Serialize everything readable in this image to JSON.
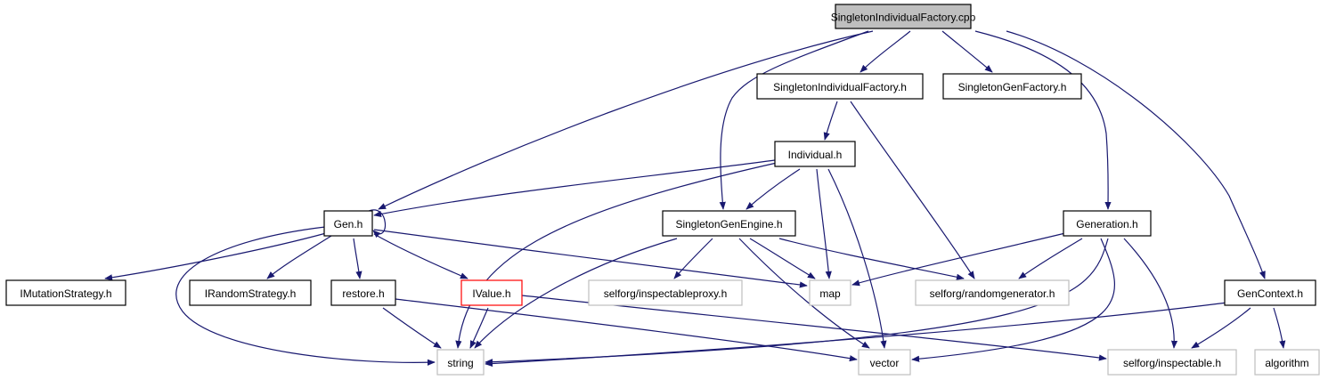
{
  "graph": {
    "title": "SingletonIndividualFactory.cpp",
    "colors": {
      "edge": "#191970",
      "root_fill": "#bfbfbf",
      "node_border": "#000000",
      "external_border": "#bfbfbf",
      "undocumented_border": "#ff0000",
      "background": "#ffffff"
    },
    "nodes": [
      {
        "id": "root",
        "label": "SingletonIndividualFactory.cpp",
        "kind": "root"
      },
      {
        "id": "sif_h",
        "label": "SingletonIndividualFactory.h",
        "kind": "normal"
      },
      {
        "id": "sgf_h",
        "label": "SingletonGenFactory.h",
        "kind": "normal"
      },
      {
        "id": "individual_h",
        "label": "Individual.h",
        "kind": "normal"
      },
      {
        "id": "gen_h",
        "label": "Gen.h",
        "kind": "normal"
      },
      {
        "id": "sge_h",
        "label": "SingletonGenEngine.h",
        "kind": "normal"
      },
      {
        "id": "generation_h",
        "label": "Generation.h",
        "kind": "normal"
      },
      {
        "id": "imutation_h",
        "label": "IMutationStrategy.h",
        "kind": "normal"
      },
      {
        "id": "irandom_h",
        "label": "IRandomStrategy.h",
        "kind": "normal"
      },
      {
        "id": "restore_h",
        "label": "restore.h",
        "kind": "normal"
      },
      {
        "id": "ivalue_h",
        "label": "IValue.h",
        "kind": "undocumented"
      },
      {
        "id": "inspectableproxy_h",
        "label": "selforg/inspectableproxy.h",
        "kind": "external"
      },
      {
        "id": "map",
        "label": "map",
        "kind": "external"
      },
      {
        "id": "randomgenerator_h",
        "label": "selforg/randomgenerator.h",
        "kind": "external"
      },
      {
        "id": "gencontext_h",
        "label": "GenContext.h",
        "kind": "normal"
      },
      {
        "id": "string",
        "label": "string",
        "kind": "external"
      },
      {
        "id": "vector",
        "label": "vector",
        "kind": "external"
      },
      {
        "id": "inspectable_h",
        "label": "selforg/inspectable.h",
        "kind": "external"
      },
      {
        "id": "algorithm",
        "label": "algorithm",
        "kind": "external"
      }
    ],
    "edges": [
      {
        "from": "root",
        "to": "sif_h"
      },
      {
        "from": "root",
        "to": "sgf_h"
      },
      {
        "from": "root",
        "to": "gen_h"
      },
      {
        "from": "root",
        "to": "sge_h"
      },
      {
        "from": "root",
        "to": "generation_h"
      },
      {
        "from": "root",
        "to": "gencontext_h"
      },
      {
        "from": "sif_h",
        "to": "individual_h"
      },
      {
        "from": "sif_h",
        "to": "randomgenerator_h"
      },
      {
        "from": "individual_h",
        "to": "gen_h"
      },
      {
        "from": "individual_h",
        "to": "sge_h"
      },
      {
        "from": "individual_h",
        "to": "string"
      },
      {
        "from": "individual_h",
        "to": "map"
      },
      {
        "from": "individual_h",
        "to": "vector"
      },
      {
        "from": "gen_h",
        "to": "gen_h"
      },
      {
        "from": "gen_h",
        "to": "imutation_h"
      },
      {
        "from": "gen_h",
        "to": "irandom_h"
      },
      {
        "from": "gen_h",
        "to": "restore_h"
      },
      {
        "from": "gen_h",
        "to": "ivalue_h"
      },
      {
        "from": "gen_h",
        "to": "string"
      },
      {
        "from": "gen_h",
        "to": "map"
      },
      {
        "from": "sge_h",
        "to": "inspectableproxy_h"
      },
      {
        "from": "sge_h",
        "to": "map"
      },
      {
        "from": "sge_h",
        "to": "randomgenerator_h"
      },
      {
        "from": "sge_h",
        "to": "string"
      },
      {
        "from": "sge_h",
        "to": "vector"
      },
      {
        "from": "generation_h",
        "to": "map"
      },
      {
        "from": "generation_h",
        "to": "randomgenerator_h"
      },
      {
        "from": "generation_h",
        "to": "string"
      },
      {
        "from": "generation_h",
        "to": "vector"
      },
      {
        "from": "generation_h",
        "to": "inspectable_h"
      },
      {
        "from": "restore_h",
        "to": "string"
      },
      {
        "from": "restore_h",
        "to": "vector"
      },
      {
        "from": "ivalue_h",
        "to": "string"
      },
      {
        "from": "ivalue_h",
        "to": "inspectable_h"
      },
      {
        "from": "gencontext_h",
        "to": "string"
      },
      {
        "from": "gencontext_h",
        "to": "inspectable_h"
      },
      {
        "from": "gencontext_h",
        "to": "algorithm"
      }
    ]
  }
}
